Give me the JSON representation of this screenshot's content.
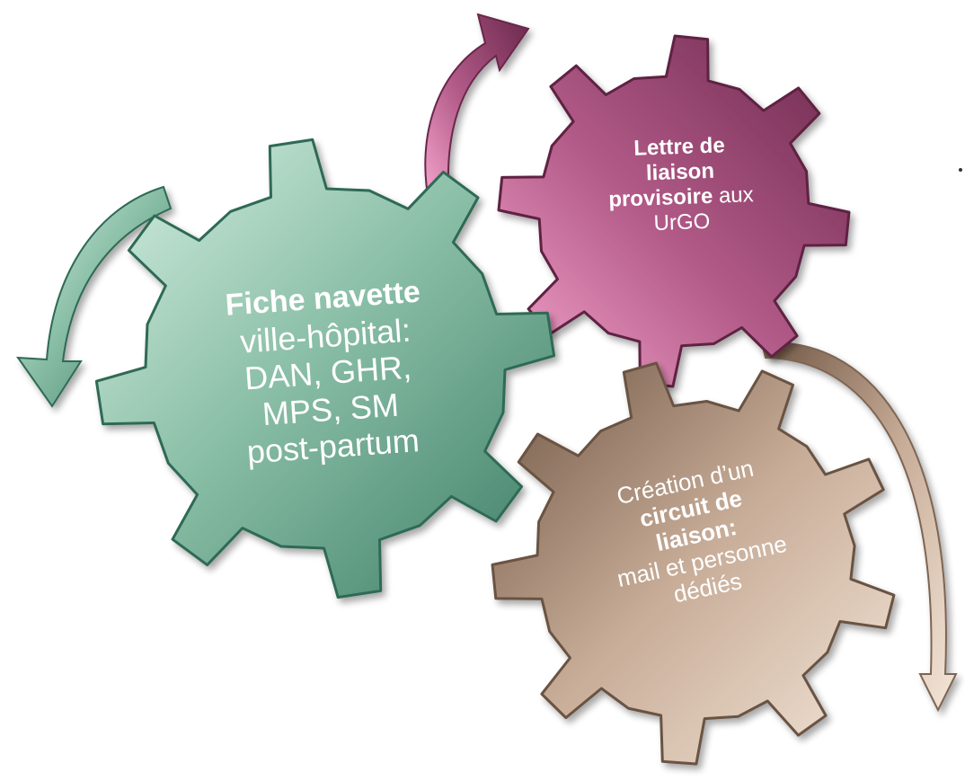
{
  "colors": {
    "green": "#7fb59c",
    "green_dark": "#3c7a64",
    "green_light": "#c8e8d8",
    "pink": "#a8527e",
    "pink_dark": "#6e2a4f",
    "pink_light": "#ef9bc4",
    "beige": "#c8ad98",
    "beige_dark": "#7e6552",
    "beige_light": "#f3e4d6",
    "text": "#ffffff"
  },
  "gears": {
    "green": {
      "line1_bold": "Fiche navette",
      "line2": "ville-hôpital:",
      "line3": "DAN, GHR,",
      "line4": "MPS, SM",
      "line5": "post-partum"
    },
    "pink": {
      "line1_bold": "Lettre de",
      "line2_bold": "liaison",
      "line3_bold": "provisoire",
      "line3_rest": " aux",
      "line4": "UrGO"
    },
    "beige": {
      "line1": "Création d’un",
      "line2_bold": "circuit de",
      "line3_bold": "liaison:",
      "line4": "mail et personne",
      "line5": "dédiés"
    }
  },
  "icons": {
    "arrow_green": "curved-arrow-icon",
    "arrow_pink": "curved-arrow-icon",
    "arrow_beige": "curved-arrow-icon"
  }
}
